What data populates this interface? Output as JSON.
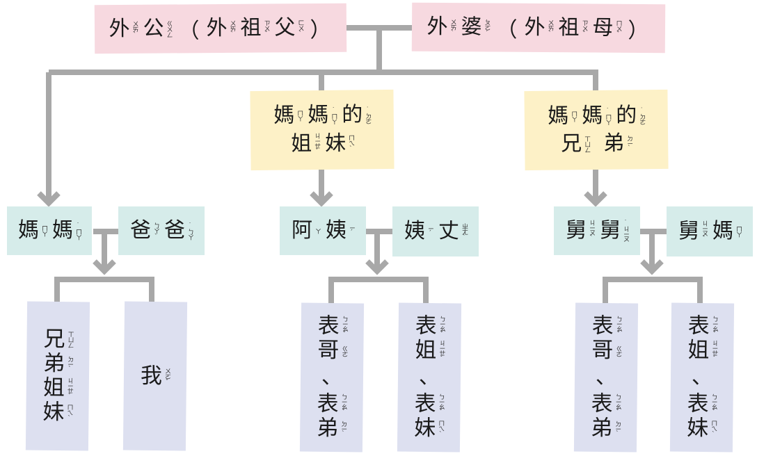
{
  "title": "外公外婆家族關係圖",
  "colors": {
    "line": "#a8a8a8",
    "grandparents": "#f7d9e0",
    "parents_siblings": "#fdf1c7",
    "couples": "#d6ecea",
    "children": "#dde0f0"
  },
  "nodes": {
    "grandfather": {
      "chars": [
        {
          "h": "外",
          "z": "ㄨㄞˋ"
        },
        {
          "h": "公",
          "z": "ㄍㄨㄥ"
        }
      ],
      "paren_open": "（",
      "formal": [
        {
          "h": "外",
          "z": "ㄨㄞˋ"
        },
        {
          "h": "祖",
          "z": "ㄗㄨˇ"
        },
        {
          "h": "父",
          "z": "ㄈㄨˋ"
        }
      ],
      "paren_close": "）"
    },
    "grandmother": {
      "chars": [
        {
          "h": "外",
          "z": "ㄨㄞˋ"
        },
        {
          "h": "婆",
          "z": "ㄆㄛˊ"
        }
      ],
      "paren_open": "（",
      "formal": [
        {
          "h": "外",
          "z": "ㄨㄞˋ"
        },
        {
          "h": "祖",
          "z": "ㄗㄨˇ"
        },
        {
          "h": "母",
          "z": "ㄇㄨˇ"
        }
      ],
      "paren_close": "）"
    },
    "mothers_sisters": {
      "line1": [
        {
          "h": "媽",
          "z": "ㄇㄚ"
        },
        {
          "h": "媽",
          "z": "˙ㄇㄚ"
        },
        {
          "h": "的",
          "z": "˙ㄉㄜ"
        }
      ],
      "line2": [
        {
          "h": "姐",
          "z": "ㄐㄧㄝˇ"
        },
        {
          "h": "妹",
          "z": "ㄇㄟˋ"
        }
      ]
    },
    "mothers_brothers": {
      "line1": [
        {
          "h": "媽",
          "z": "ㄇㄚ"
        },
        {
          "h": "媽",
          "z": "˙ㄇㄚ"
        },
        {
          "h": "的",
          "z": "˙ㄉㄜ"
        }
      ],
      "line2": [
        {
          "h": "兄",
          "z": "ㄒㄩㄥ"
        },
        {
          "h": "弟",
          "z": "ㄉㄧˋ"
        }
      ]
    },
    "mom": {
      "chars": [
        {
          "h": "媽",
          "z": "ㄇㄚ"
        },
        {
          "h": "媽",
          "z": "˙ㄇㄚ"
        }
      ]
    },
    "dad": {
      "chars": [
        {
          "h": "爸",
          "z": "ㄅㄚˋ"
        },
        {
          "h": "爸",
          "z": "˙ㄅㄚ"
        }
      ]
    },
    "aunt": {
      "chars": [
        {
          "h": "阿",
          "z": "ㄚ"
        },
        {
          "h": "姨",
          "z": "ㄧˊ"
        }
      ]
    },
    "aunt_husband": {
      "chars": [
        {
          "h": "姨",
          "z": "ㄧˊ"
        },
        {
          "h": "丈",
          "z": "ㄓㄤˋ"
        }
      ]
    },
    "uncle": {
      "chars": [
        {
          "h": "舅",
          "z": "ㄐㄧㄡˋ"
        },
        {
          "h": "舅",
          "z": "˙ㄐㄧㄡ"
        }
      ]
    },
    "uncle_wife": {
      "chars": [
        {
          "h": "舅",
          "z": "ㄐㄧㄡˋ"
        },
        {
          "h": "媽",
          "z": "ㄇㄚ"
        }
      ]
    },
    "siblings": {
      "chars": [
        {
          "h": "兄",
          "z": "ㄒㄩㄥ"
        },
        {
          "h": "弟",
          "z": "ㄉㄧˋ"
        },
        {
          "h": "姐",
          "z": "ㄐㄧㄝˇ"
        },
        {
          "h": "妹",
          "z": "ㄇㄟˋ"
        }
      ]
    },
    "me": {
      "chars": [
        {
          "h": "我",
          "z": "ㄨㄛˇ"
        }
      ]
    },
    "aunt_sons": {
      "a": [
        {
          "h": "表",
          "z": "ㄅㄧㄠˇ"
        },
        {
          "h": "哥",
          "z": "ㄍㄜ"
        }
      ],
      "sep": "、",
      "b": [
        {
          "h": "表",
          "z": "ㄅㄧㄠˇ"
        },
        {
          "h": "弟",
          "z": "ㄉㄧˋ"
        }
      ]
    },
    "aunt_daughters": {
      "a": [
        {
          "h": "表",
          "z": "ㄅㄧㄠˇ"
        },
        {
          "h": "姐",
          "z": "ㄐㄧㄝˇ"
        }
      ],
      "sep": "、",
      "b": [
        {
          "h": "表",
          "z": "ㄅㄧㄠˇ"
        },
        {
          "h": "妹",
          "z": "ㄇㄟˋ"
        }
      ]
    },
    "uncle_sons": {
      "a": [
        {
          "h": "表",
          "z": "ㄅㄧㄠˇ"
        },
        {
          "h": "哥",
          "z": "ㄍㄜ"
        }
      ],
      "sep": "、",
      "b": [
        {
          "h": "表",
          "z": "ㄅㄧㄠˇ"
        },
        {
          "h": "弟",
          "z": "ㄉㄧˋ"
        }
      ]
    },
    "uncle_daughters": {
      "a": [
        {
          "h": "表",
          "z": "ㄅㄧㄠˇ"
        },
        {
          "h": "姐",
          "z": "ㄐㄧㄝˇ"
        }
      ],
      "sep": "、",
      "b": [
        {
          "h": "表",
          "z": "ㄅㄧㄠˇ"
        },
        {
          "h": "妹",
          "z": "ㄇㄟˋ"
        }
      ]
    }
  }
}
